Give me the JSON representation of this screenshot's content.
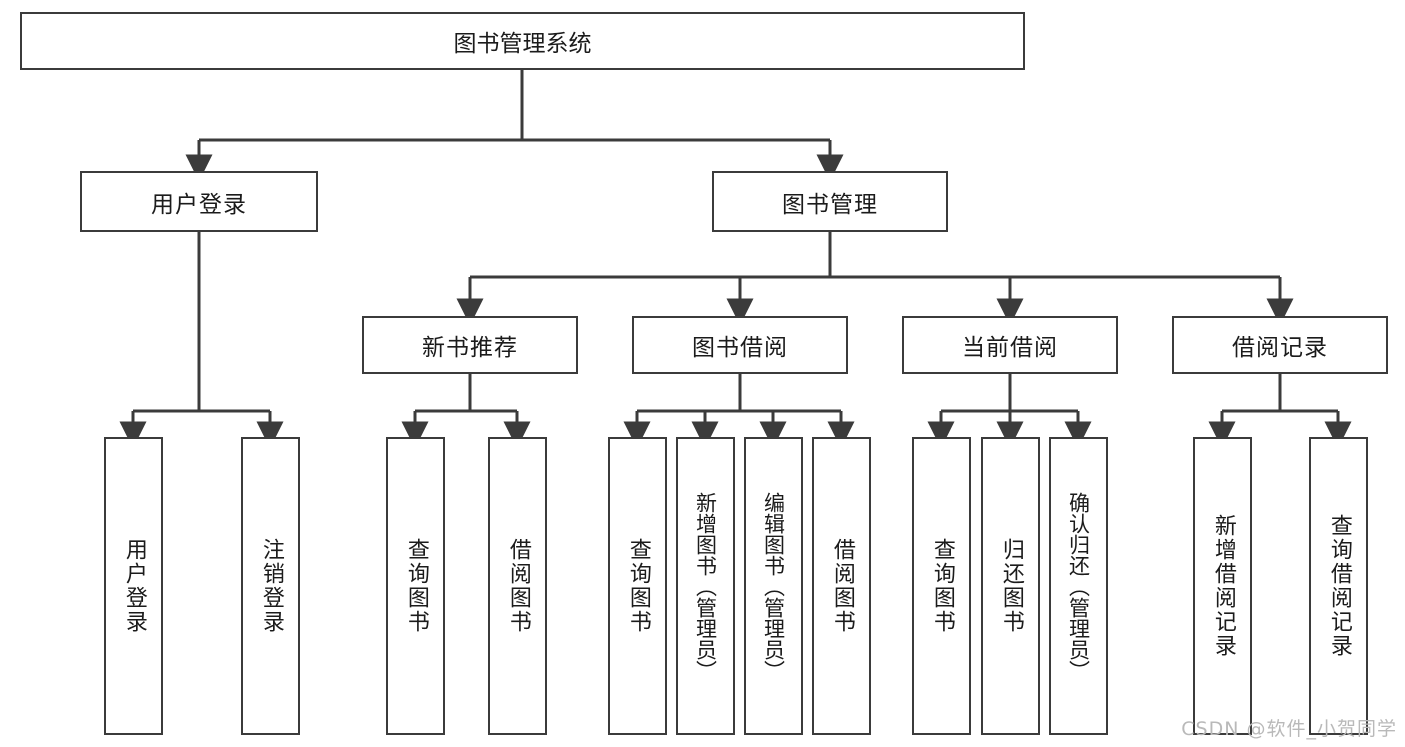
{
  "diagram": {
    "title": "图书管理系统",
    "type": "hierarchy-tree",
    "root": {
      "id": "root",
      "label": "图书管理系统"
    },
    "level2": [
      {
        "id": "user-login",
        "label": "用户登录"
      },
      {
        "id": "book-management",
        "label": "图书管理"
      }
    ],
    "level3": [
      {
        "id": "new-book-recommend",
        "label": "新书推荐",
        "parent": "book-management"
      },
      {
        "id": "book-borrow",
        "label": "图书借阅",
        "parent": "book-management"
      },
      {
        "id": "current-borrow",
        "label": "当前借阅",
        "parent": "book-management"
      },
      {
        "id": "borrow-record",
        "label": "借阅记录",
        "parent": "book-management"
      }
    ],
    "leaves": [
      {
        "id": "leaf-user-login",
        "label": "用户登录",
        "parent": "user-login"
      },
      {
        "id": "leaf-user-logout",
        "label": "注销登录",
        "parent": "user-login"
      },
      {
        "id": "leaf-query-book-1",
        "label": "查询图书",
        "parent": "new-book-recommend"
      },
      {
        "id": "leaf-borrow-book-1",
        "label": "借阅图书",
        "parent": "new-book-recommend"
      },
      {
        "id": "leaf-query-book-2",
        "label": "查询图书",
        "parent": "book-borrow"
      },
      {
        "id": "leaf-add-book",
        "label": "新增图书（管理员）",
        "parent": "book-borrow"
      },
      {
        "id": "leaf-edit-book",
        "label": "编辑图书（管理员）",
        "parent": "book-borrow"
      },
      {
        "id": "leaf-borrow-book-2",
        "label": "借阅图书",
        "parent": "book-borrow"
      },
      {
        "id": "leaf-query-book-3",
        "label": "查询图书",
        "parent": "current-borrow"
      },
      {
        "id": "leaf-return-book",
        "label": "归还图书",
        "parent": "current-borrow"
      },
      {
        "id": "leaf-confirm-return",
        "label": "确认归还（管理员）",
        "parent": "current-borrow"
      },
      {
        "id": "leaf-add-record",
        "label": "新增借阅记录",
        "parent": "borrow-record"
      },
      {
        "id": "leaf-query-record",
        "label": "查询借阅记录",
        "parent": "borrow-record"
      }
    ]
  },
  "watermark": {
    "text": "CSDN @软件_小贺同学"
  },
  "colors": {
    "border": "#3b3b3b",
    "background": "#ffffff",
    "text": "#1b1b1b",
    "watermark": "#b9b9b9"
  }
}
